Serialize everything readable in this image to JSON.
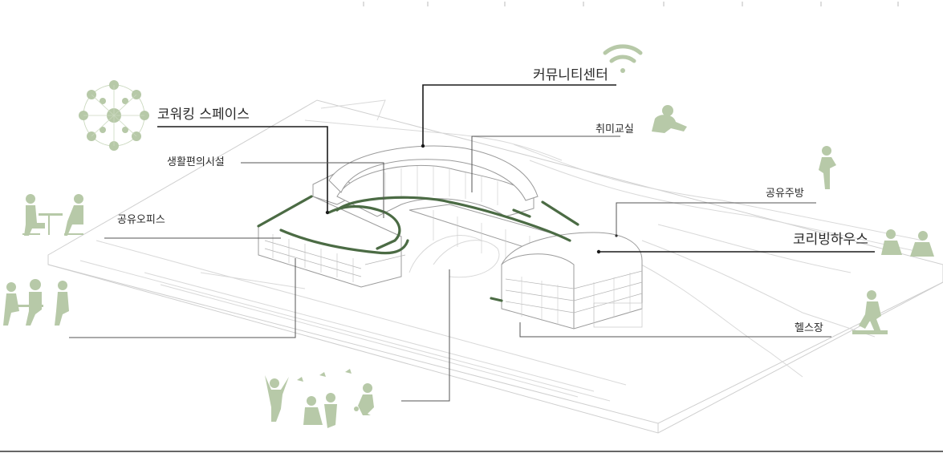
{
  "labels": {
    "community_center": "커뮤니티센터",
    "coworking_space": "코워킹 스페이스",
    "hobby_classroom": "취미교실",
    "living_convenience": "생활편의시설",
    "shared_office": "공유오피스",
    "shared_kitchen": "공유주방",
    "coliving_house": "코리빙하우스",
    "fitness": "헬스장"
  },
  "colors": {
    "accent_green": "#4b6b44",
    "figure_green": "#b7c9a8",
    "line_gray": "#9b9b9b",
    "text": "#2a2a2a"
  },
  "icons": {
    "wifi": "wifi-icon",
    "network": "network-hub-icon"
  }
}
